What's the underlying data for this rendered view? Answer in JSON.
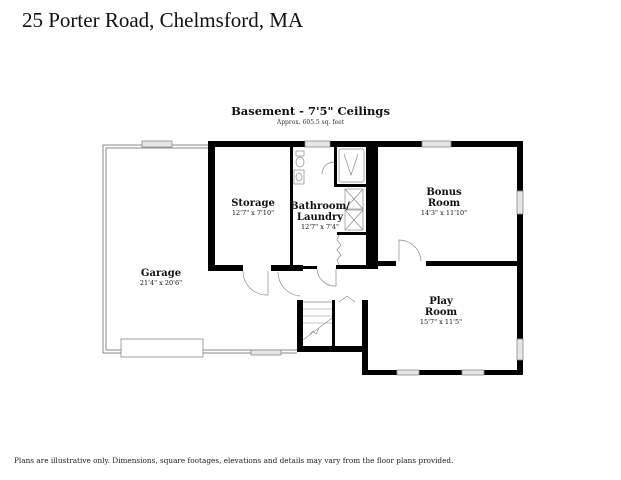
{
  "header": {
    "address": "25 Porter Road, Chelmsford, MA"
  },
  "plan": {
    "title": "Basement - 7'5\" Ceilings",
    "area": "Approx. 605.5 sq. feet",
    "rooms": [
      {
        "id": "garage",
        "name": "Garage",
        "dims": "21'4\" x 20'6\""
      },
      {
        "id": "storage",
        "name": "Storage",
        "dims": "12'7\" x 7'10\""
      },
      {
        "id": "bathroom",
        "name": "Bathroom/\nLaundry",
        "name_line1": "Bathroom/",
        "name_line2": "Laundry",
        "dims": "12'7\" x 7'4\""
      },
      {
        "id": "bonus",
        "name": "Bonus Room",
        "name_line1": "Bonus",
        "name_line2": "Room",
        "dims": "14'3\" x 11'10\""
      },
      {
        "id": "play",
        "name": "Play Room",
        "name_line1": "Play",
        "name_line2": "Room",
        "dims": "15'7\" x 11'5\""
      }
    ]
  },
  "footer": {
    "disclaimer": "Plans are illustrative only. Dimensions, square footages, elevations and details may vary from the floor plans provided."
  },
  "colors": {
    "wall": "#000000",
    "thin_line": "#8a8a8a",
    "window_fill": "#e6e6e6",
    "background": "#ffffff"
  }
}
